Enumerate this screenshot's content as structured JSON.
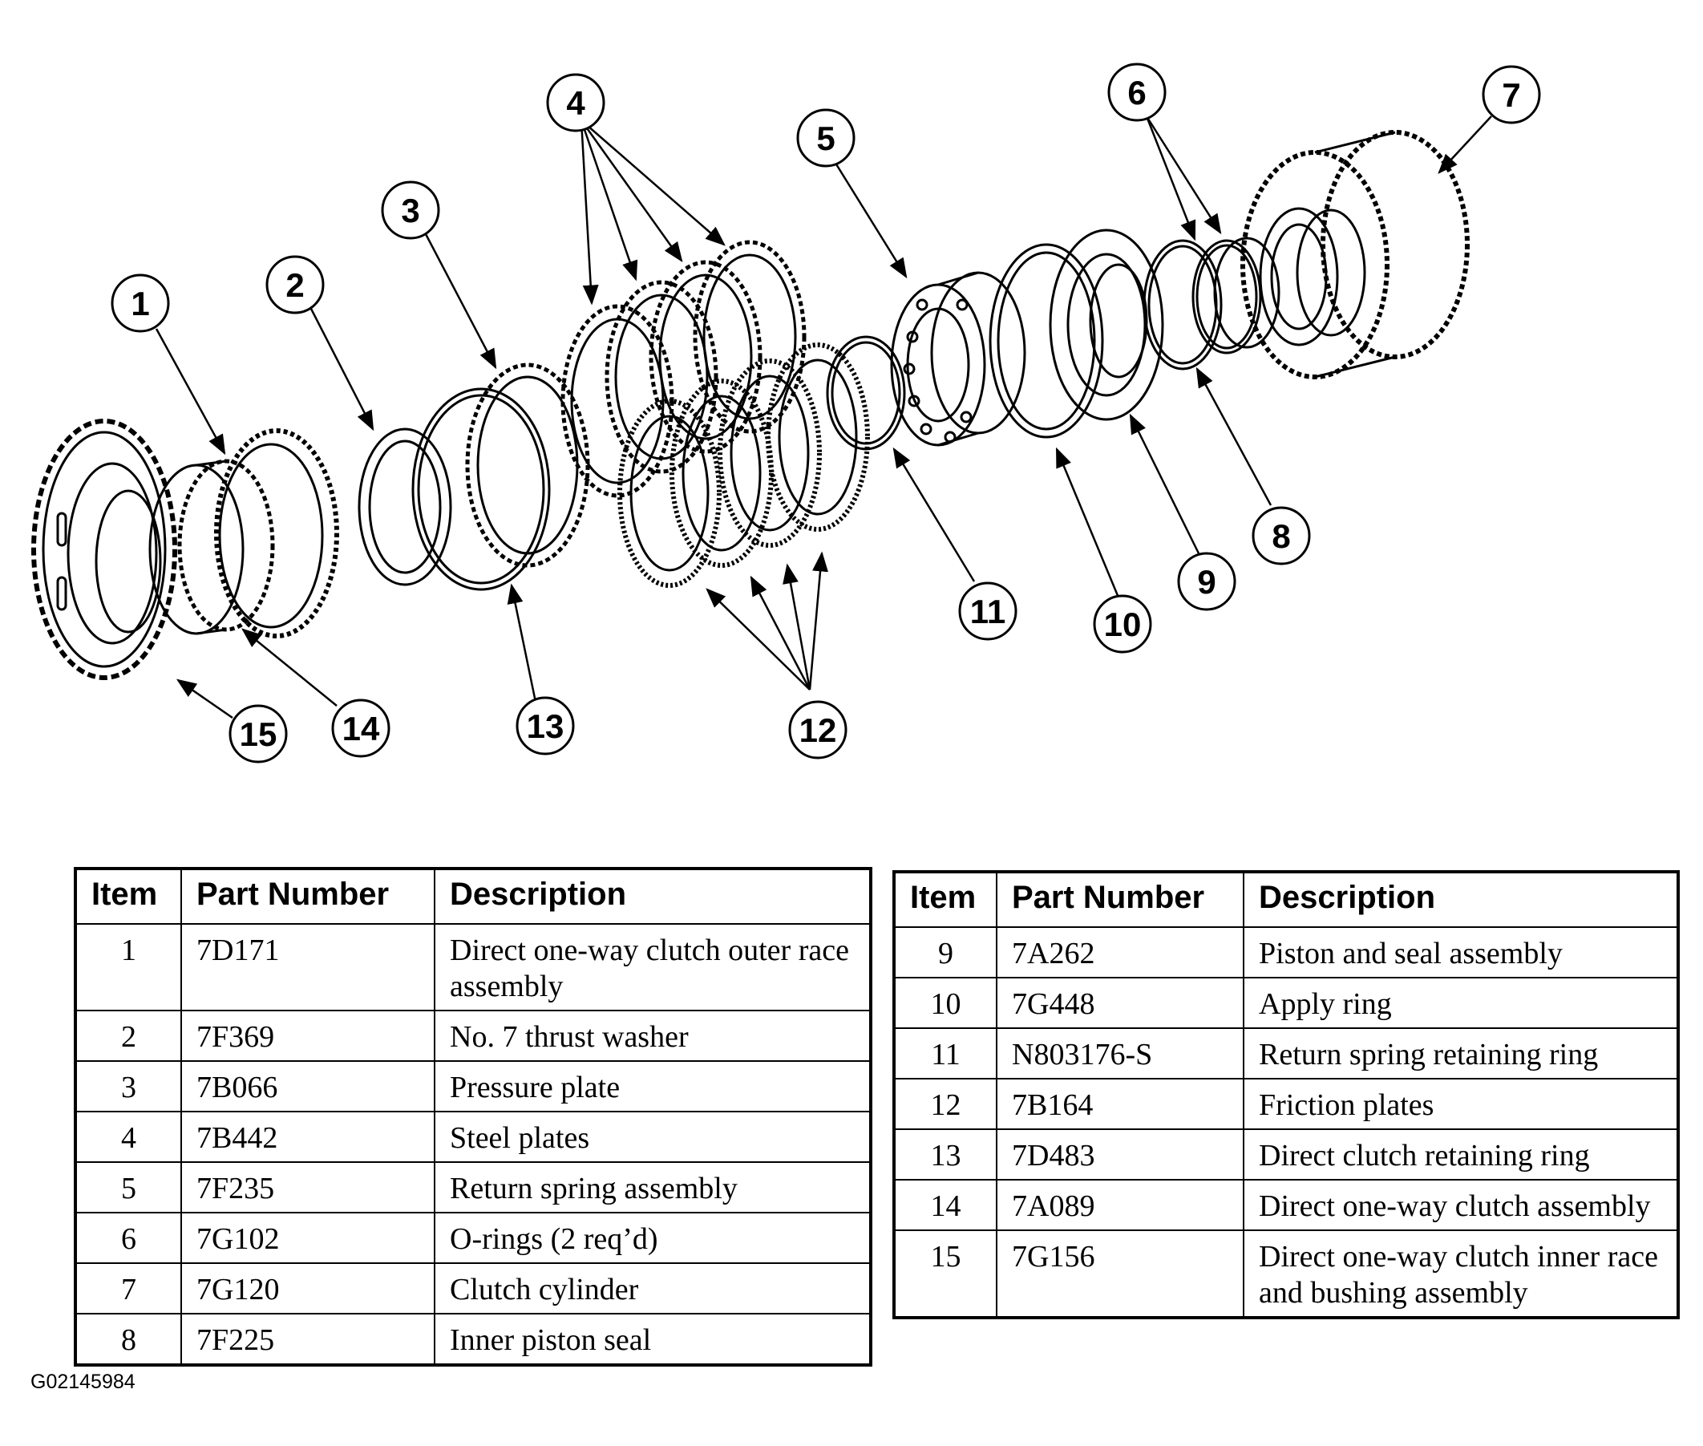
{
  "callouts": [
    "1",
    "2",
    "3",
    "4",
    "5",
    "6",
    "7",
    "8",
    "9",
    "10",
    "11",
    "12",
    "13",
    "14",
    "15"
  ],
  "table_headers": {
    "item": "Item",
    "part_number": "Part Number",
    "description": "Description"
  },
  "table_left": [
    {
      "item": "1",
      "part": "7D171",
      "desc": "Direct one-way clutch outer race assembly"
    },
    {
      "item": "2",
      "part": "7F369",
      "desc": "No. 7 thrust washer"
    },
    {
      "item": "3",
      "part": "7B066",
      "desc": "Pressure plate"
    },
    {
      "item": "4",
      "part": "7B442",
      "desc": "Steel plates"
    },
    {
      "item": "5",
      "part": "7F235",
      "desc": "Return spring assembly"
    },
    {
      "item": "6",
      "part": "7G102",
      "desc": "O-rings (2 req’d)"
    },
    {
      "item": "7",
      "part": "7G120",
      "desc": "Clutch cylinder"
    },
    {
      "item": "8",
      "part": "7F225",
      "desc": "Inner piston seal"
    }
  ],
  "table_right": [
    {
      "item": "9",
      "part": "7A262",
      "desc": "Piston and seal assembly"
    },
    {
      "item": "10",
      "part": "7G448",
      "desc": "Apply ring"
    },
    {
      "item": "11",
      "part": "N803176-S",
      "desc": "Return spring retaining ring"
    },
    {
      "item": "12",
      "part": "7B164",
      "desc": "Friction plates"
    },
    {
      "item": "13",
      "part": "7D483",
      "desc": "Direct clutch retaining ring"
    },
    {
      "item": "14",
      "part": "7A089",
      "desc": "Direct one-way clutch assembly"
    },
    {
      "item": "15",
      "part": "7G156",
      "desc": "Direct one-way clutch inner race and bushing assembly"
    }
  ],
  "figure_id": "G02145984"
}
